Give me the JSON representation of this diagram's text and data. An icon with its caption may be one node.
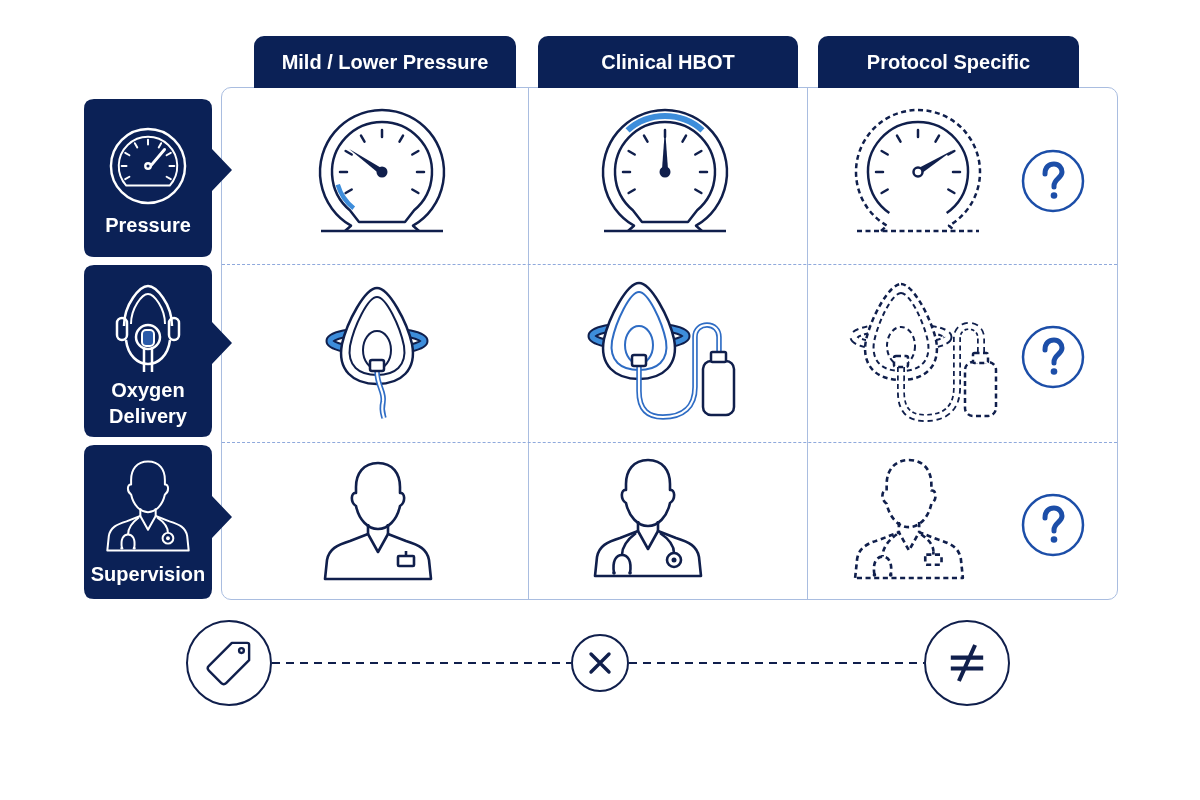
{
  "diagram": {
    "nodes": [
      {
        "text": [
          "Mild / Lower Pressure"
        ]
      },
      {
        "text": [
          "Clinical HBOT"
        ]
      },
      {
        "text": [
          "Protocol Specific"
        ]
      },
      {
        "text": [
          "Pressure"
        ]
      },
      {
        "text": [
          "Oxygen Delivery"
        ]
      },
      {
        "text": [
          "Supervision"
        ]
      },
      {
        "text": [],
        "shape": "circle"
      },
      {
        "text": [],
        "shape": "circle"
      },
      {
        "text": [],
        "shape": "circle"
      }
    ],
    "edges": [
      {
        "from": 6,
        "to": 7,
        "arrow": "none",
        "style": "dashed"
      },
      {
        "from": 7,
        "to": 8,
        "arrow": "none",
        "style": "dashed"
      }
    ]
  }
}
